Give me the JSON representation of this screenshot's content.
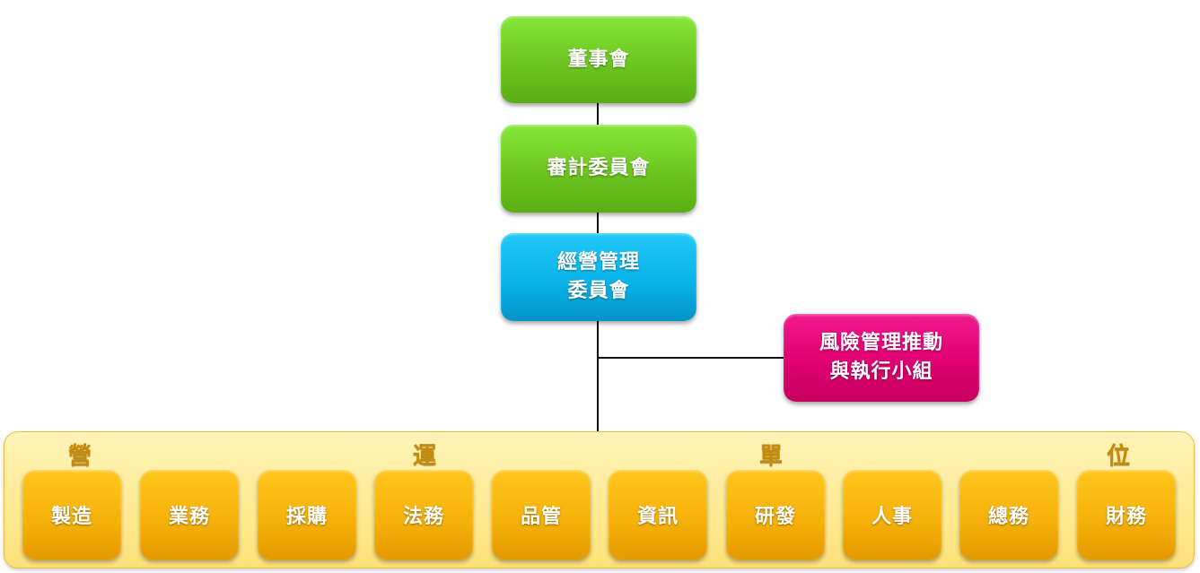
{
  "board": "董事會",
  "audit_committee": "審計委員會",
  "management_committee": {
    "line1": "經營管理",
    "line2": "委員會"
  },
  "risk_group": {
    "line1": "風險管理推動",
    "line2": "與執行小組"
  },
  "operating_units": {
    "heading": [
      "營",
      "運",
      "單",
      "位"
    ],
    "units": [
      "製造",
      "業務",
      "採購",
      "法務",
      "品管",
      "資訊",
      "研發",
      "人事",
      "總務",
      "財務"
    ]
  },
  "colors": {
    "board": "#74d42a",
    "audit": "#74d42a",
    "management": "#0cb6ea",
    "risk": "#e0006f",
    "units": "#f7b20a",
    "band": "#ffeb96"
  }
}
